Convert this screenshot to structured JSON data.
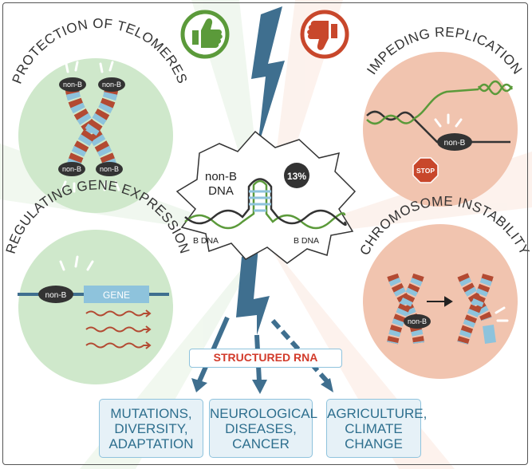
{
  "center": {
    "title_line1": "non-B",
    "title_line2": "DNA",
    "percent": "13%",
    "bdna_left": "B DNA",
    "bdna_right": "B DNA"
  },
  "panels": {
    "telomeres": {
      "title": "PROTECTION OF TELOMERES",
      "tags": [
        "non-B",
        "non-B",
        "non-B",
        "non-B"
      ]
    },
    "replication": {
      "title": "IMPEDING REPLICATION",
      "tag": "non-B",
      "stop": "STOP"
    },
    "gene_expression": {
      "title": "REGULATING GENE EXPRESSION",
      "tag": "non-B",
      "gene": "GENE"
    },
    "instability": {
      "title": "CHROMOSOME INSTABILITY",
      "tag": "non-B"
    }
  },
  "structured_rna": "STRUCTURED RNA",
  "outcomes": [
    {
      "lines": [
        "MUTATIONS,",
        "DIVERSITY,",
        "ADAPTATION"
      ]
    },
    {
      "lines": [
        "NEUROLOGICAL",
        "DISEASES,",
        "CANCER"
      ]
    },
    {
      "lines": [
        "AGRICULTURE,",
        "CLIMATE",
        "CHANGE"
      ]
    }
  ],
  "colors": {
    "green_circle": "#cfe8cb",
    "salmon_circle": "#f1c4af",
    "bolt": "#3f6f8f",
    "thumbs_up": "#5b9a3a",
    "thumbs_down": "#c8472b",
    "chrom_blue": "#8ec3dc",
    "chrom_red": "#b34a32"
  },
  "icons": [
    "thumbs-up-icon",
    "thumbs-down-icon",
    "lightning-bolt-icon",
    "stop-sign-icon",
    "arrow-right-icon"
  ]
}
